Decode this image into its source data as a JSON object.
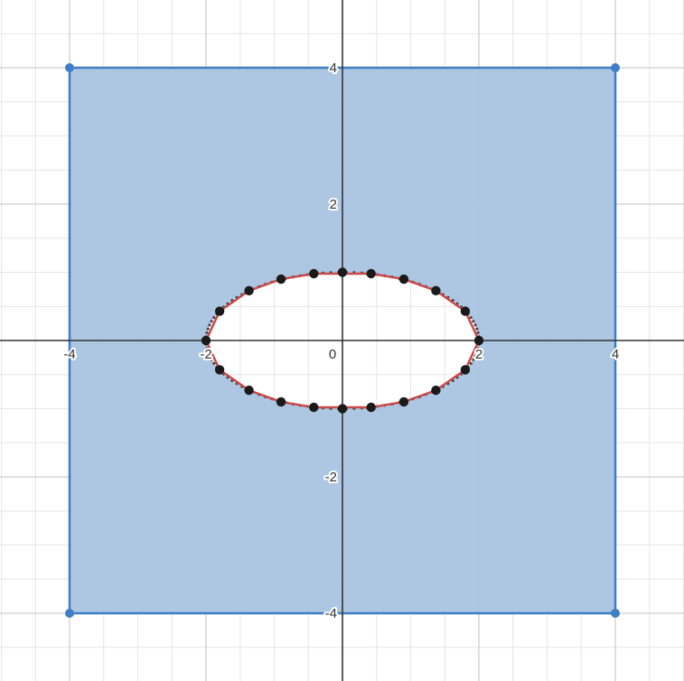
{
  "chart_data": {
    "type": "scatter",
    "xlim": [
      -5,
      5
    ],
    "ylim": [
      -5,
      5
    ],
    "grid": true,
    "minor_grid_step": 0.5,
    "major_grid_step": 2,
    "x_tick_labels": [
      "-4",
      "-2",
      "0",
      "2",
      "4"
    ],
    "x_tick_values": [
      -4,
      -2,
      0,
      2,
      4
    ],
    "y_tick_labels": [
      "4",
      "2",
      "-2",
      "-4"
    ],
    "y_tick_values": [
      4,
      2,
      -2,
      -4
    ],
    "region": {
      "name": "square with elliptical hole",
      "outer_square": [
        [
          -4,
          4
        ],
        [
          4,
          4
        ],
        [
          4,
          -4
        ],
        [
          -4,
          -4
        ]
      ],
      "hole_ellipse": {
        "cx": 0,
        "cy": 0,
        "rx": 2,
        "ry": 1
      },
      "fill_color": "#a9c4e0",
      "edge_color": "#3f7ec4"
    },
    "vertices": [
      {
        "x": -4,
        "y": 4
      },
      {
        "x": 4,
        "y": 4
      },
      {
        "x": -4,
        "y": -4
      },
      {
        "x": 4,
        "y": -4
      }
    ],
    "ellipse_polygon": {
      "color": "#c9484a",
      "points": [
        {
          "x": 2.0,
          "y": 0.0
        },
        {
          "x": 1.8,
          "y": 0.43
        },
        {
          "x": 1.37,
          "y": 0.73
        },
        {
          "x": 0.9,
          "y": 0.9
        },
        {
          "x": 0.42,
          "y": 0.98
        },
        {
          "x": -0.42,
          "y": 0.98
        },
        {
          "x": -0.9,
          "y": 0.9
        },
        {
          "x": -1.37,
          "y": 0.73
        },
        {
          "x": -1.8,
          "y": 0.43
        },
        {
          "x": -2.0,
          "y": 0.0
        },
        {
          "x": -1.8,
          "y": -0.43
        },
        {
          "x": -1.37,
          "y": -0.73
        },
        {
          "x": -0.9,
          "y": -0.9
        },
        {
          "x": -0.42,
          "y": -0.98
        },
        {
          "x": 0.42,
          "y": -0.98
        },
        {
          "x": 0.9,
          "y": -0.9
        },
        {
          "x": 1.37,
          "y": -0.73
        },
        {
          "x": 1.8,
          "y": -0.43
        }
      ]
    },
    "sample_points": {
      "color": "#1a1a1a",
      "points": [
        {
          "x": 2.0,
          "y": 0.0
        },
        {
          "x": 1.8,
          "y": 0.43
        },
        {
          "x": 1.37,
          "y": 0.73
        },
        {
          "x": 0.9,
          "y": 0.9
        },
        {
          "x": 0.42,
          "y": 0.98
        },
        {
          "x": 0.0,
          "y": 1.0
        },
        {
          "x": -0.42,
          "y": 0.98
        },
        {
          "x": -0.9,
          "y": 0.9
        },
        {
          "x": -1.37,
          "y": 0.73
        },
        {
          "x": -1.8,
          "y": 0.43
        },
        {
          "x": -2.0,
          "y": 0.0
        },
        {
          "x": -1.8,
          "y": -0.43
        },
        {
          "x": -1.37,
          "y": -0.73
        },
        {
          "x": -0.9,
          "y": -0.9
        },
        {
          "x": -0.42,
          "y": -0.98
        },
        {
          "x": 0.0,
          "y": -1.0
        },
        {
          "x": 0.42,
          "y": -0.98
        },
        {
          "x": 0.9,
          "y": -0.9
        },
        {
          "x": 1.37,
          "y": -0.73
        },
        {
          "x": 1.8,
          "y": -0.43
        }
      ]
    },
    "colors": {
      "minor_grid": "#e6e6e6",
      "major_grid": "#c2c2c2",
      "axis": "#333333",
      "background": "#ffffff"
    }
  }
}
